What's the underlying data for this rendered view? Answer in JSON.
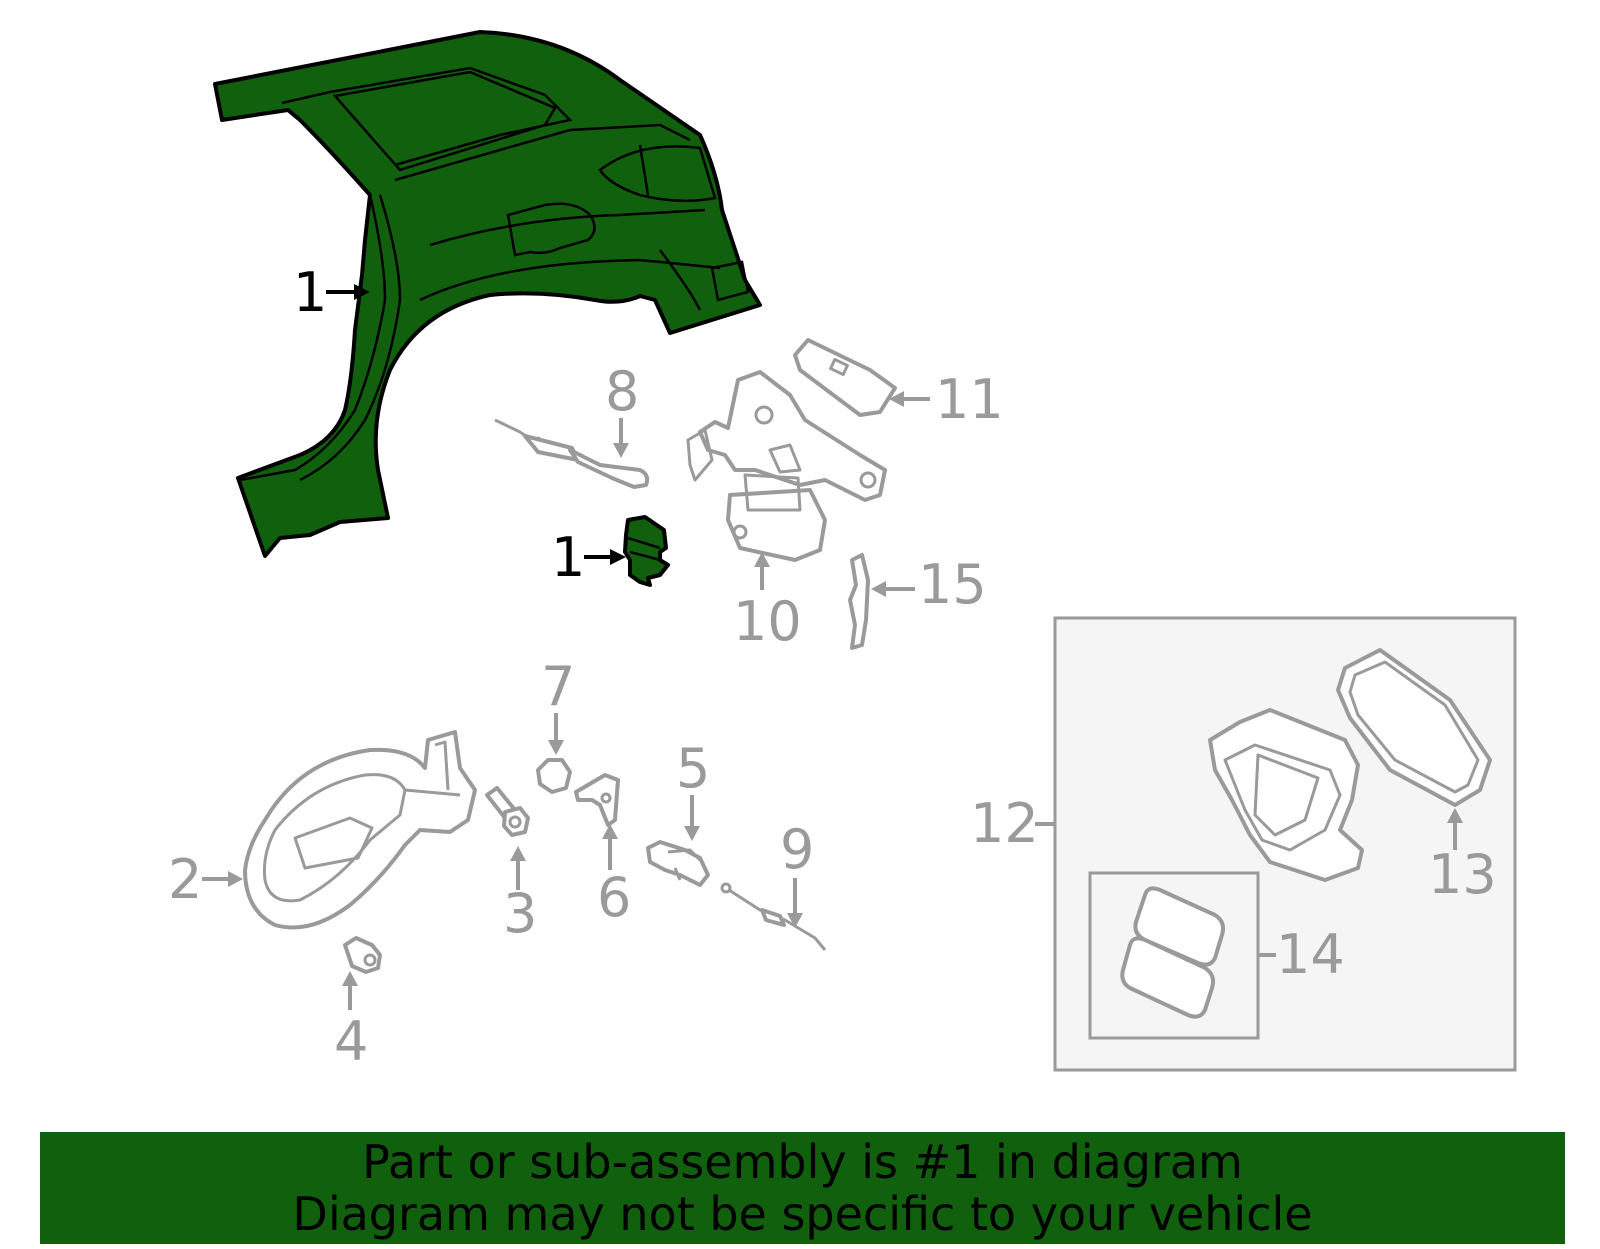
{
  "callouts": {
    "c1a": "1",
    "c1b": "1",
    "c2": "2",
    "c3": "3",
    "c4": "4",
    "c5": "5",
    "c6": "6",
    "c7": "7",
    "c8": "8",
    "c9": "9",
    "c10": "10",
    "c11": "11",
    "c12": "12",
    "c13": "13",
    "c14": "14",
    "c15": "15"
  },
  "banner": {
    "line1": "Part or sub-assembly is #1 in diagram",
    "line2": "Diagram may not be specific to your vehicle"
  },
  "colors": {
    "highlight": "#10600d",
    "parts_gray": "#9a9a9a",
    "box_fill": "#f5f5f5"
  }
}
